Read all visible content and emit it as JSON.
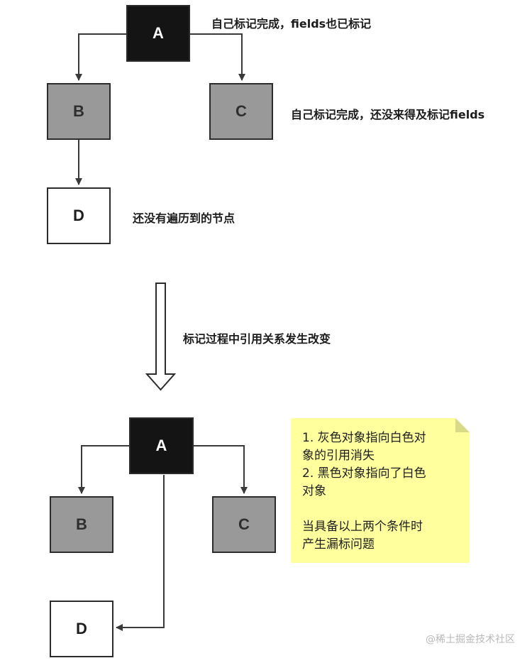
{
  "top_diagram": {
    "nodes": {
      "a": "A",
      "b": "B",
      "c": "C",
      "d": "D"
    },
    "labels": {
      "a_note": "自己标记完成，fields也已标记",
      "c_note": "自己标记完成，还没来得及标记fields",
      "d_note": "还没有遍历到的节点"
    }
  },
  "transition": {
    "label": "标记过程中引用关系发生改变"
  },
  "bottom_diagram": {
    "nodes": {
      "a": "A",
      "b": "B",
      "c": "C",
      "d": "D"
    }
  },
  "note": {
    "lines": [
      "1. 灰色对象指向白色对",
      "象的引用消失",
      "2. 黑色对象指向了白色",
      "对象",
      "",
      "当具备以上两个条件时",
      "产生漏标问题"
    ]
  },
  "watermark": "@稀土掘金技术社区",
  "colors": {
    "black_node": "#141414",
    "gray_node": "#999999",
    "white_node": "#ffffff",
    "note_bg": "#ffff9e",
    "edge": "#3a3a3a"
  }
}
